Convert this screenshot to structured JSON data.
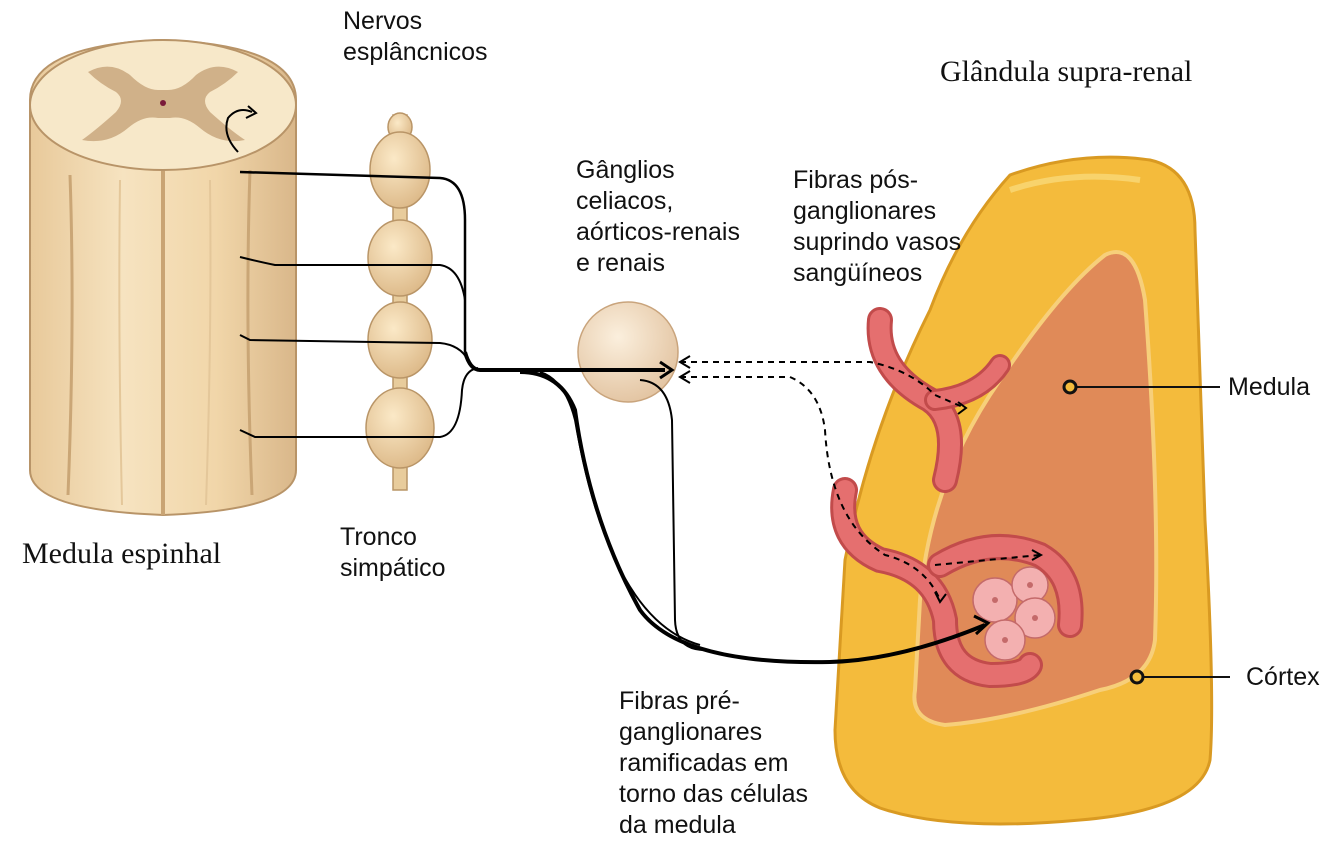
{
  "labels": {
    "nervos_esplancnicos": "Nervos\nesplâncnicos",
    "glandula": "Glândula supra-renal",
    "ganglios": "Gânglios\nceliacos,\naórticos-renais\ne renais",
    "fibras_pos": "Fibras pós-\nganglionares\nsuprindo vasos\nsangüíneos",
    "medula_label": "Medula",
    "medula_espinhal": "Medula espinhal",
    "tronco": "Tronco\nsimpático",
    "cortex": "Córtex",
    "fibras_pre": "Fibras pré-\nganglionares\nramificadas em\ntorno das células\nda medula"
  },
  "colors": {
    "spinal_cord": "#f3ddb4",
    "spinal_cord_shadow": "#d9b98a",
    "gray_matter": "#c9a77e",
    "sympathetic_trunk": "#f0d7ac",
    "ganglion": "#f1dcc0",
    "adrenal_cortex": "#f4bb3c",
    "adrenal_medulla": "#e08a58",
    "blood_vessel": "#e56f6f",
    "medulla_cells": "#f3b0b0",
    "nerve_line": "#000000"
  }
}
